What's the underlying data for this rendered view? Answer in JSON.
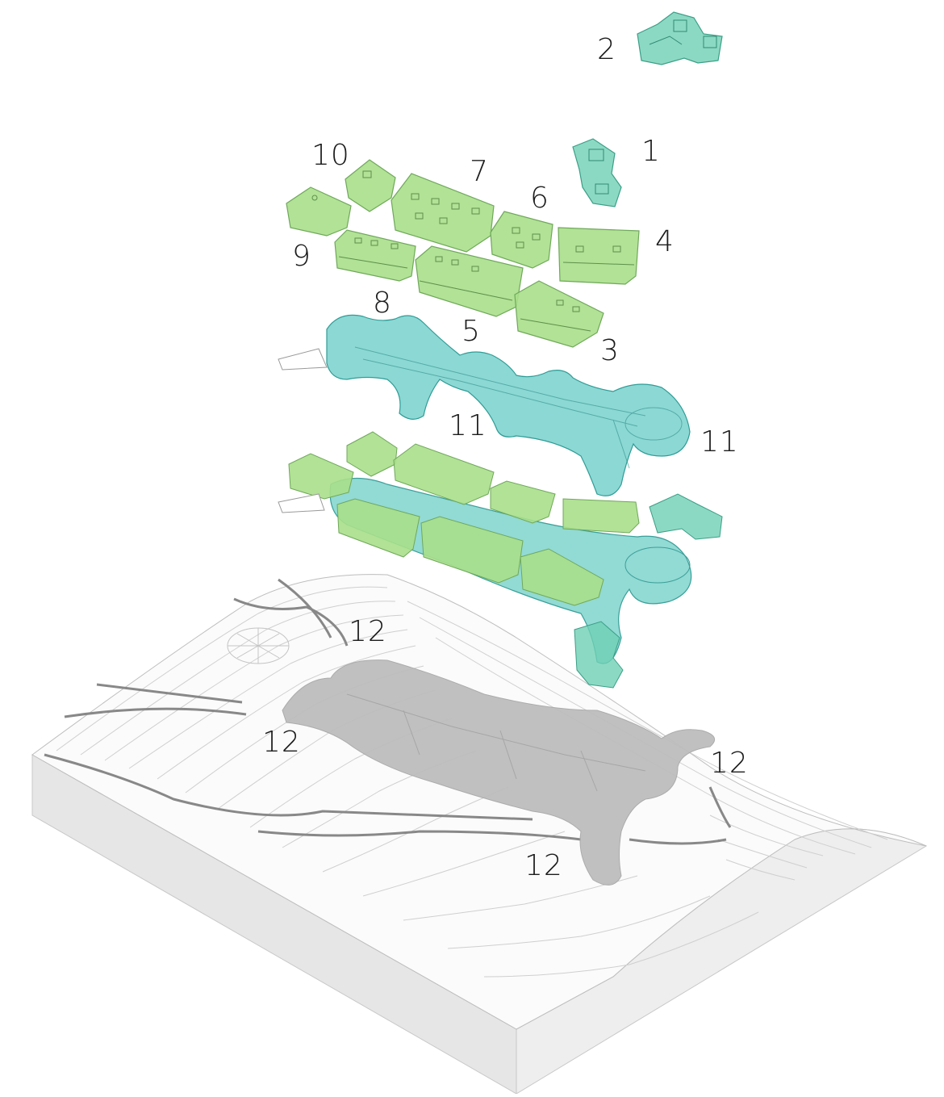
{
  "labels": {
    "l1": "1",
    "l2": "2",
    "l3": "3",
    "l4": "4",
    "l5": "5",
    "l6": "6",
    "l7": "7",
    "l8": "8",
    "l9": "9",
    "l10": "10",
    "l11a": "11",
    "l11b": "11",
    "l12a": "12",
    "l12b": "12",
    "l12c": "12",
    "l12d": "12"
  },
  "colors": {
    "green_module": "#a9df8a",
    "teal_module": "#6fd0b4",
    "teal_corridor": "#5fc9c3",
    "footprint_grey": "#b9b9b9",
    "terrain_side": "#e9e9e9"
  }
}
